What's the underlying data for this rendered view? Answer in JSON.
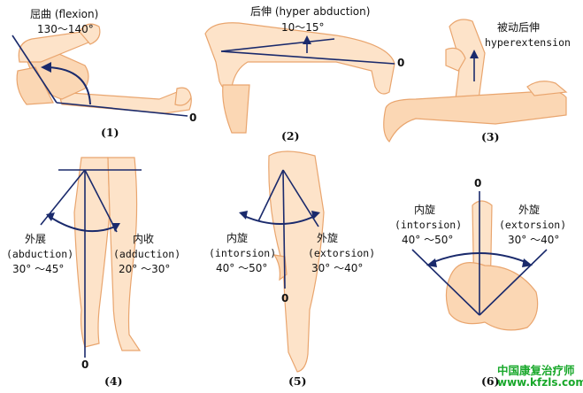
{
  "panels": [
    {
      "number": "(1)",
      "title": "屈曲 (flexion)",
      "range": "130～140°",
      "zero": "0"
    },
    {
      "number": "(2)",
      "title": "后伸 (hyper abduction)",
      "range": "10～15°",
      "zero": "0"
    },
    {
      "number": "(3)",
      "title": "被动后伸",
      "subtitle": "hyperextension"
    },
    {
      "number": "(4)",
      "left": {
        "cn": "外展",
        "en": "(abduction)",
        "range": "30° ～45°"
      },
      "right": {
        "cn": "内收",
        "en": "(adduction)",
        "range": "20° ～30°"
      },
      "zero": "0"
    },
    {
      "number": "(5)",
      "left": {
        "cn": "内旋",
        "en": "(intorsion)",
        "range": "40° ～50°"
      },
      "right": {
        "cn": "外旋",
        "en": "(extorsion)",
        "range": "30° ～40°"
      },
      "zero": "0"
    },
    {
      "number": "(6)",
      "left": {
        "cn": "内旋",
        "en": "(intorsion)",
        "range": "40° ～50°"
      },
      "right": {
        "cn": "外旋",
        "en": "(extorsion)",
        "range": "30° ～40°"
      },
      "zero": "0"
    }
  ],
  "watermark": {
    "line1": "中国康复治疗师",
    "line2": "www.kfzls.com"
  },
  "colors": {
    "line": "#1a2a6c",
    "skin": "#fde3c9",
    "skin_outline": "#e9a56e",
    "watermark": "#18a82a"
  }
}
